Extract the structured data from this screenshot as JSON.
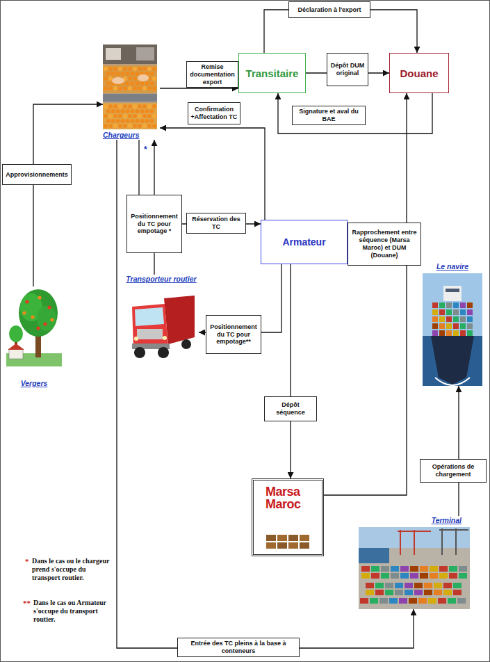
{
  "diagram": {
    "nodes": [
      {
        "text": [
          "Chargeurs"
        ]
      },
      {
        "text": [
          "Transitaire"
        ]
      },
      {
        "text": [
          "Douane"
        ]
      },
      {
        "text": [
          "Armateur"
        ]
      },
      {
        "text": [
          "Le navire"
        ]
      },
      {
        "text": [
          "Transporteur routier"
        ]
      },
      {
        "text": [
          "Vergers"
        ]
      },
      {
        "text": [
          "Marsa Maroc"
        ]
      },
      {
        "text": [
          "Terminal"
        ]
      }
    ],
    "edges": [
      {
        "from": 0,
        "to": 1,
        "label": "Remise documentation export",
        "arrow": "to"
      },
      {
        "from": 1,
        "to": 2,
        "label": "Déclaration à l'export",
        "arrow": "to"
      },
      {
        "from": 1,
        "to": 2,
        "label": "Dépôt DUM original",
        "arrow": "to"
      },
      {
        "from": 3,
        "to": 0,
        "label": "Confirmation +Affectation TC",
        "arrow": "to"
      },
      {
        "from": 2,
        "to": 1,
        "label": "Signature et aval du BAE",
        "arrow": "to"
      },
      {
        "from": 6,
        "to": 0,
        "label": "Approvisionnements",
        "arrow": "to"
      },
      {
        "from": 0,
        "to": 3,
        "label": "Réservation des TC",
        "arrow": "to"
      },
      {
        "from": 5,
        "to": 0,
        "label": "Positionnement du TC pour empotage *",
        "arrow": "to"
      },
      {
        "from": 3,
        "to": 5,
        "label": "Positionnement du TC pour empotage**",
        "arrow": "to"
      },
      {
        "from": 7,
        "to": 2,
        "label": "Rapprochement entre séquence (Marsa Maroc) et DUM (Douane)",
        "arrow": "to"
      },
      {
        "from": 3,
        "to": 7,
        "label": "Dépôt séquence",
        "arrow": "to"
      },
      {
        "from": 8,
        "to": 4,
        "label": "Opérations de chargement",
        "arrow": "to"
      },
      {
        "from": 0,
        "to": 8,
        "label": "Entrée des TC pleins à la base à conteneurs",
        "arrow": "to"
      }
    ],
    "labels": [
      "*",
      "*",
      "Dans le cas ou le chargeur prend s'occupe du transport routier.",
      "**",
      "Dans le cas ou Armateur s'occupe du transport routier."
    ]
  }
}
